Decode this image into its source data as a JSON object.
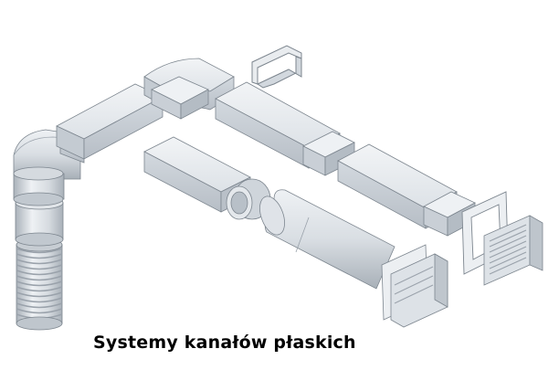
{
  "caption": "Systemy kanałów płaskich",
  "colors": {
    "background": "#ffffff",
    "duct_light": "#e3e7ec",
    "duct_mid": "#c9cfd6",
    "duct_dark": "#a8b0b9",
    "outline": "#7d868f",
    "caption_text": "#000000"
  },
  "components": [
    "flexible-hose",
    "round-pipe",
    "round-elbow",
    "flat-duct",
    "flat-elbow",
    "duct-connector",
    "duct-clip",
    "round-to-flat-adapter",
    "telescopic-wall-sleeve",
    "louvered-wall-vent",
    "wall-grille",
    "wall-plate"
  ]
}
